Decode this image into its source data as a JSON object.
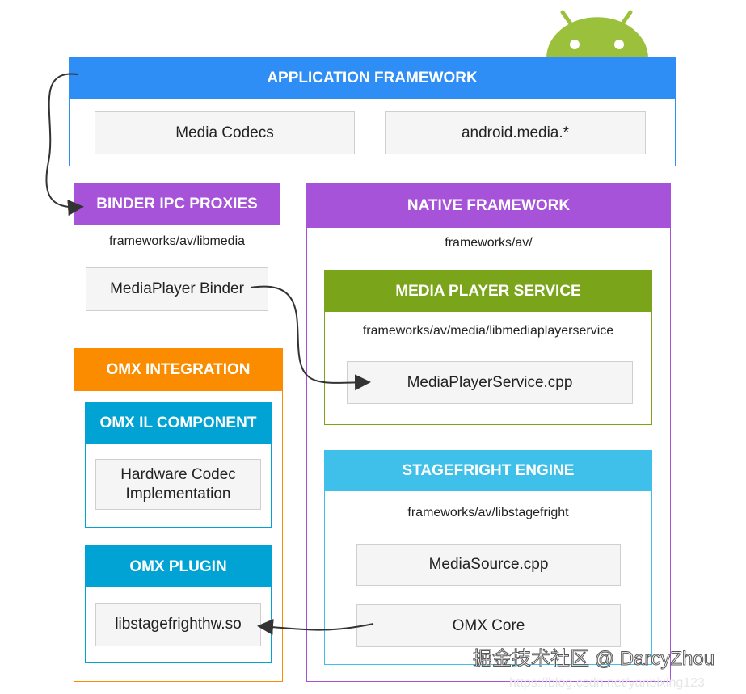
{
  "colors": {
    "app": "#2f8ef5",
    "purple": "#a653d9",
    "green": "#7aa51a",
    "cyan": "#3fc0ea",
    "orange": "#fb8c00",
    "omxblue": "#00a3d3",
    "android": "#9bc13c"
  },
  "app_framework": {
    "title": "APPLICATION FRAMEWORK",
    "items": [
      "Media Codecs",
      "android.media.*"
    ]
  },
  "binder": {
    "title": "BINDER IPC PROXIES",
    "path": "frameworks/av/libmedia",
    "item": "MediaPlayer Binder"
  },
  "native": {
    "title": "NATIVE FRAMEWORK",
    "path": "frameworks/av/"
  },
  "mps": {
    "title": "MEDIA PLAYER SERVICE",
    "path": "frameworks/av/media/libmediaplayerservice",
    "item": "MediaPlayerService.cpp"
  },
  "stagefright": {
    "title": "STAGEFRIGHT ENGINE",
    "path": "frameworks/av/libstagefright",
    "items": [
      "MediaSource.cpp",
      "OMX Core"
    ]
  },
  "omx": {
    "title": "OMX INTEGRATION"
  },
  "omx_il": {
    "title": "OMX IL COMPONENT",
    "item_line1": "Hardware Codec",
    "item_line2": "Implementation"
  },
  "omx_plugin": {
    "title": "OMX PLUGIN",
    "item": "libstagefrighthw.so"
  },
  "watermark": {
    "main": "掘金技术社区 @ DarcyZhou",
    "url": "https://blog.csdn.net/yanbixing123"
  }
}
